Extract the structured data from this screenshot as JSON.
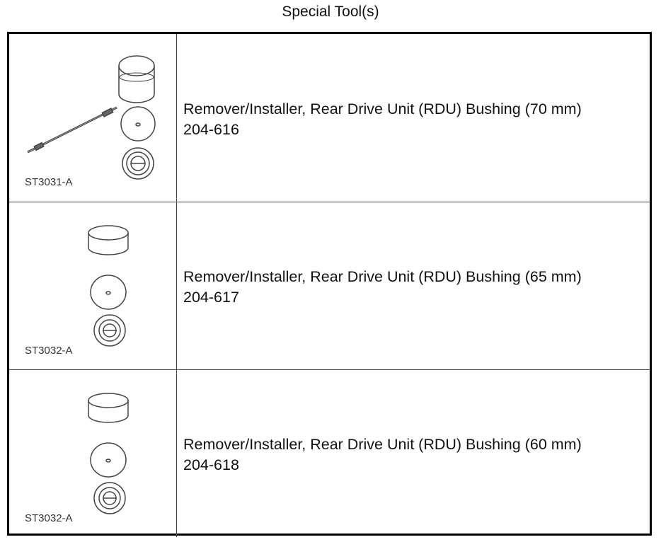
{
  "title": "Special Tool(s)",
  "tools": [
    {
      "figure_label": "ST3031-A",
      "description": "Remover/Installer, Rear Drive Unit (RDU) Bushing (70 mm)",
      "number": "204-616",
      "icon": "bushing-tool-set-with-rod-icon"
    },
    {
      "figure_label": "ST3032-A",
      "description": "Remover/Installer, Rear Drive Unit (RDU) Bushing (65 mm)",
      "number": "204-617",
      "icon": "bushing-tool-set-icon"
    },
    {
      "figure_label": "ST3032-A",
      "description": "Remover/Installer, Rear Drive Unit (RDU) Bushing (60 mm)",
      "number": "204-618",
      "icon": "bushing-tool-set-icon"
    }
  ]
}
